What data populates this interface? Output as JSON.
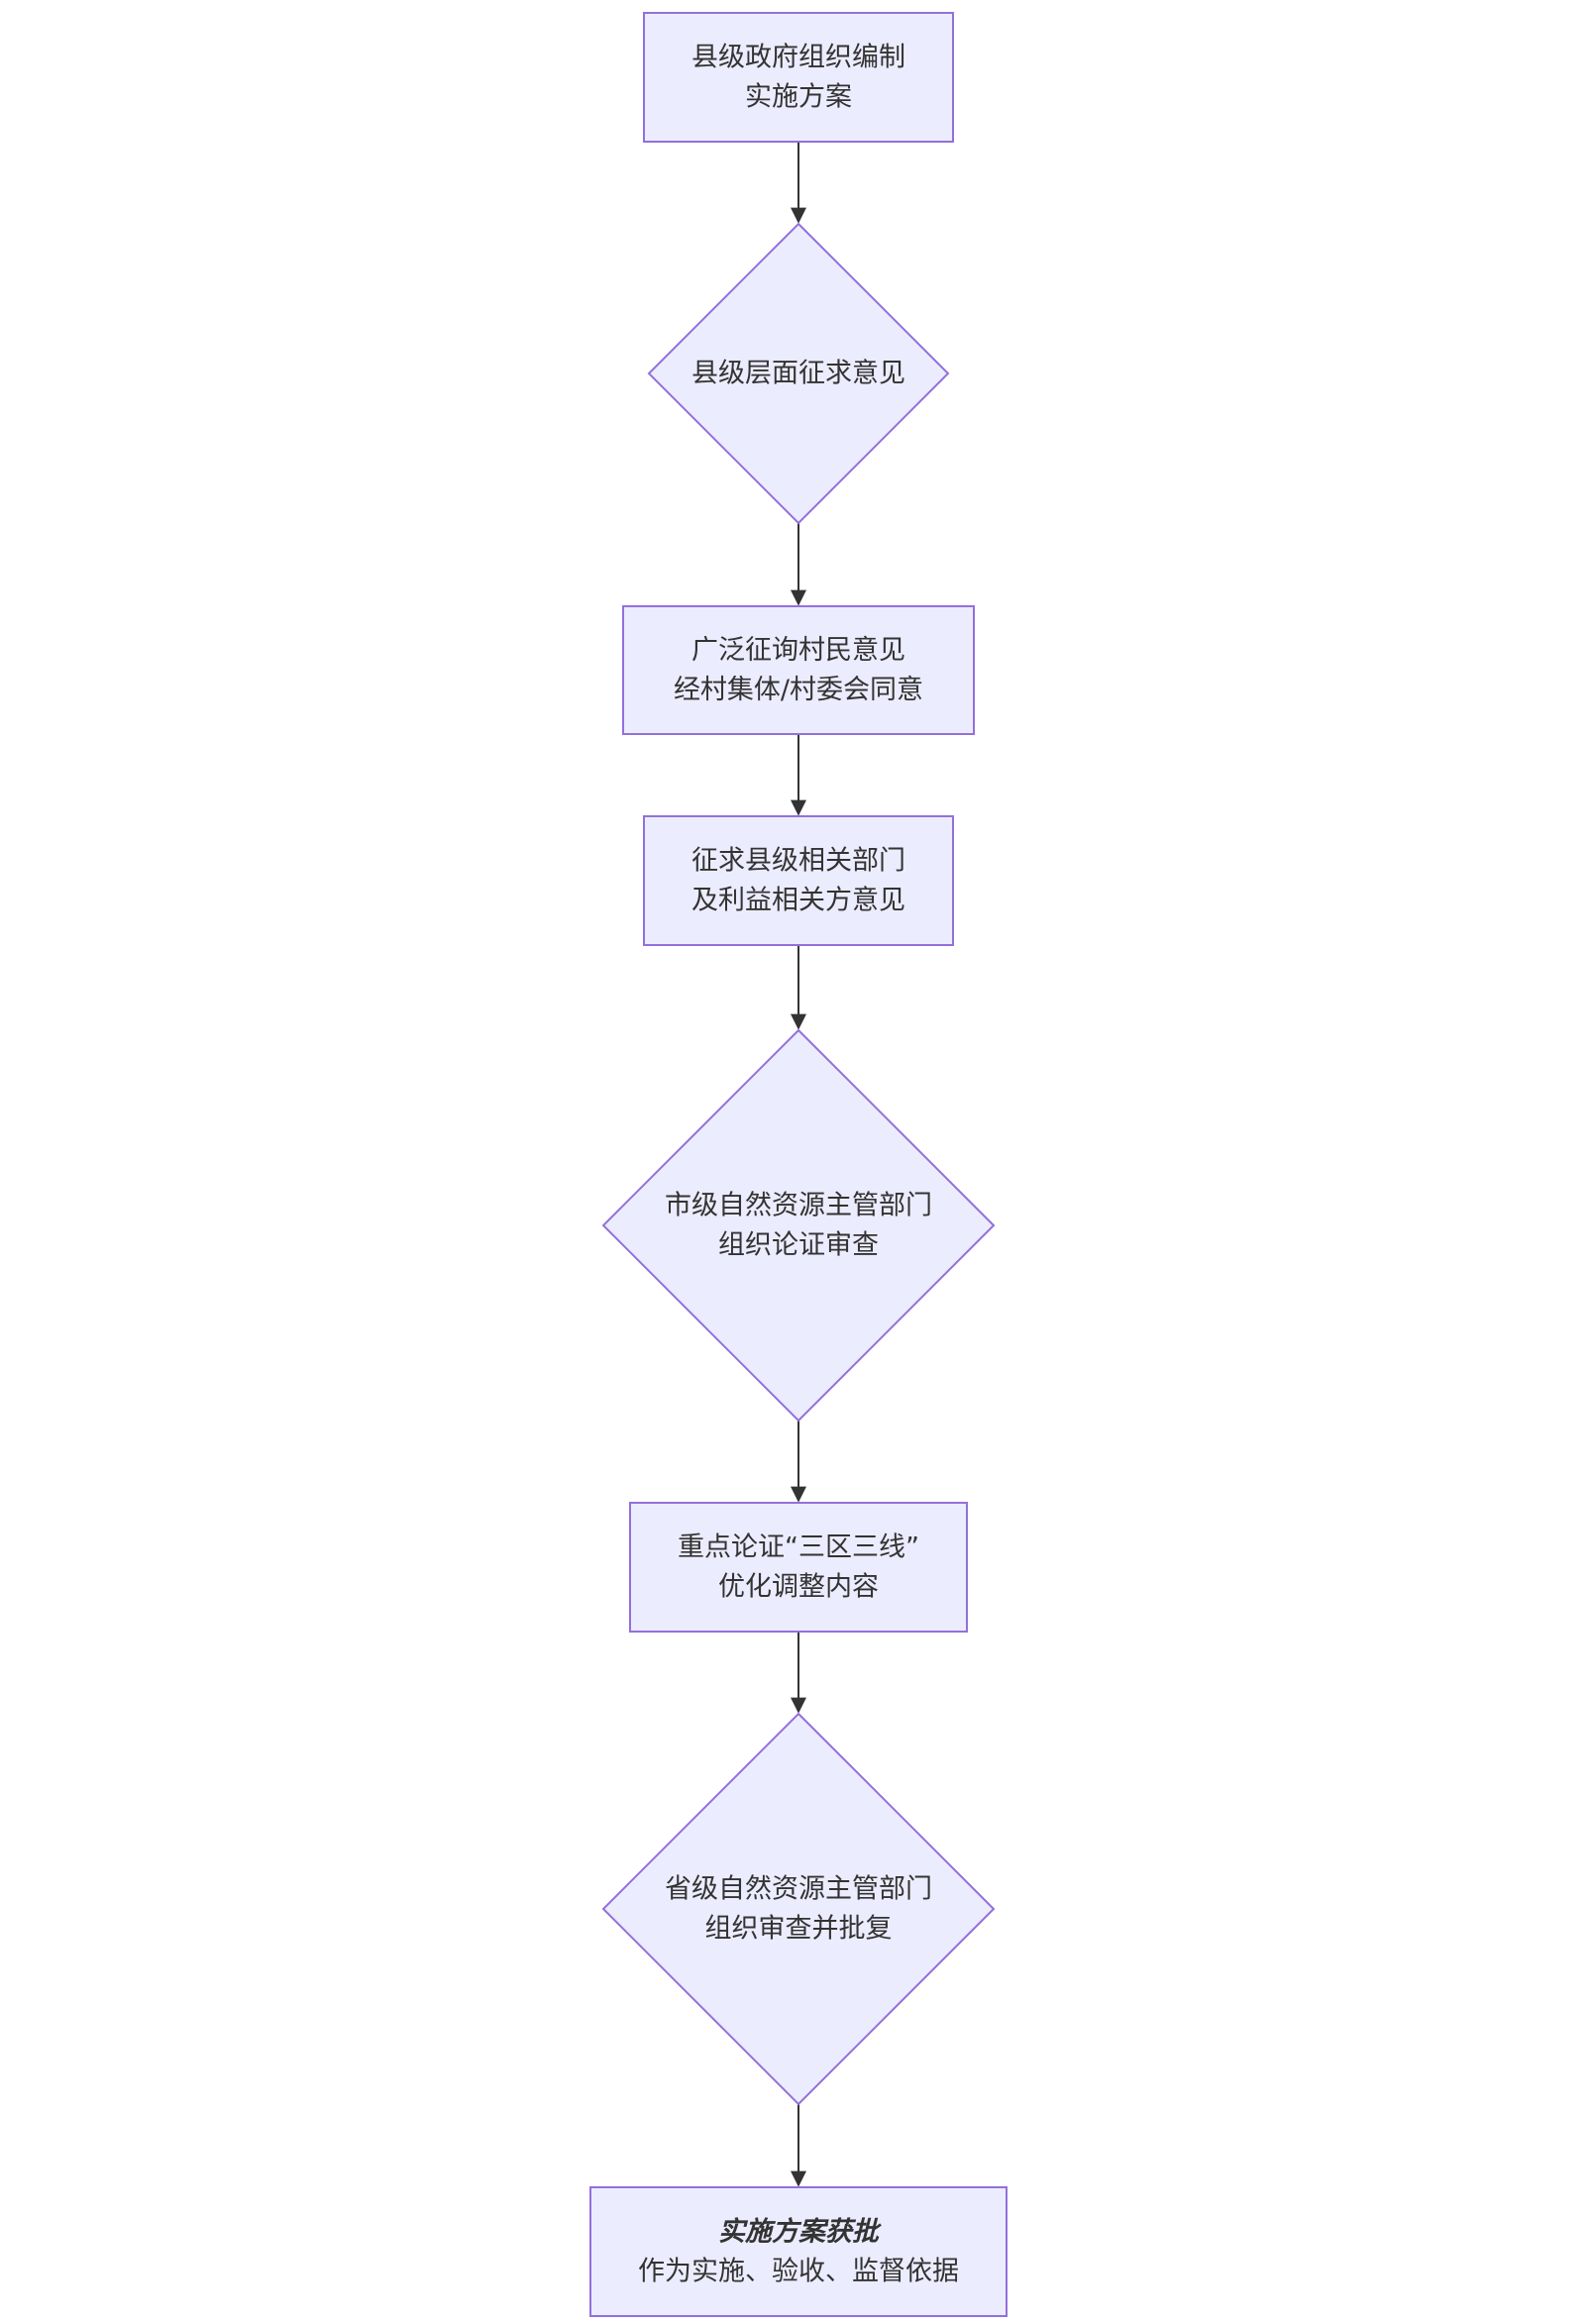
{
  "diagram": {
    "colors": {
      "node_fill": "#ECECFF",
      "node_stroke": "#9370DB",
      "edge": "#333333",
      "text": "#333333"
    },
    "nodes": [
      {
        "id": "n1",
        "shape": "rect",
        "lines": [
          "县级政府组织编制",
          "实施方案"
        ]
      },
      {
        "id": "n2",
        "shape": "diamond",
        "lines": [
          "县级层面征求意见"
        ]
      },
      {
        "id": "n3",
        "shape": "rect",
        "lines": [
          "广泛征询村民意见",
          "经村集体/村委会同意"
        ]
      },
      {
        "id": "n4",
        "shape": "rect",
        "lines": [
          "征求县级相关部门",
          "及利益相关方意见"
        ]
      },
      {
        "id": "n5",
        "shape": "diamond",
        "lines": [
          "市级自然资源主管部门",
          "组织论证审查"
        ]
      },
      {
        "id": "n6",
        "shape": "rect",
        "lines": [
          "重点论证“三区三线”",
          "优化调整内容"
        ]
      },
      {
        "id": "n7",
        "shape": "diamond",
        "lines": [
          "省级自然资源主管部门",
          "组织审查并批复"
        ]
      },
      {
        "id": "n8",
        "shape": "rect",
        "lines": [
          "实施方案获批",
          "作为实施、验收、监督依据"
        ],
        "emphasis_first_line": true
      }
    ],
    "edges": [
      {
        "from": "n1",
        "to": "n2"
      },
      {
        "from": "n2",
        "to": "n3"
      },
      {
        "from": "n3",
        "to": "n4"
      },
      {
        "from": "n4",
        "to": "n5"
      },
      {
        "from": "n5",
        "to": "n6"
      },
      {
        "from": "n6",
        "to": "n7"
      },
      {
        "from": "n7",
        "to": "n8"
      }
    ]
  }
}
